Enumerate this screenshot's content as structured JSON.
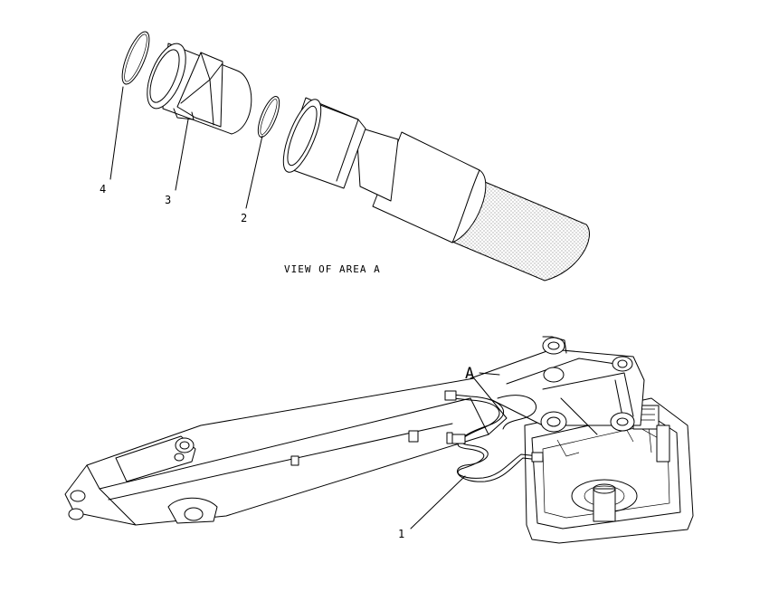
{
  "view_caption": "VIEW OF AREA A",
  "area_marker": "A",
  "callouts": {
    "item_1": "1",
    "item_2": "2",
    "item_3": "3",
    "item_4": "4"
  }
}
